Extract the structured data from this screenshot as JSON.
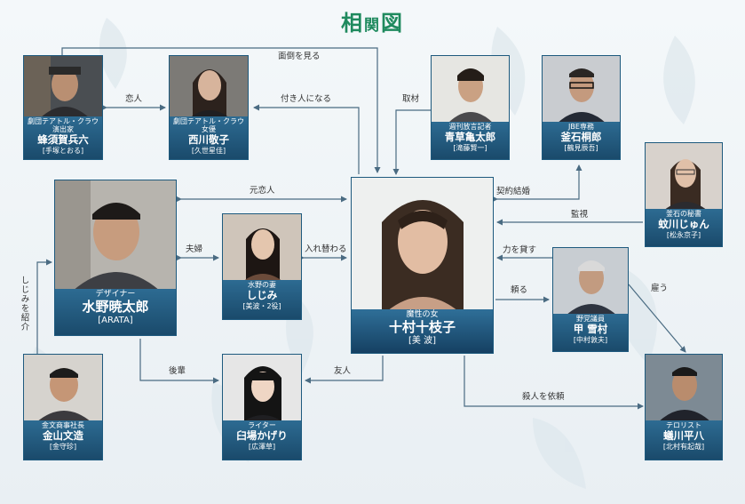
{
  "title": {
    "main_a": "相",
    "main_b": "関",
    "main_c": "図"
  },
  "characters": {
    "hachisuka": {
      "role": "劇団テアトル・クラウ\n演出家",
      "name": "蜂須賀兵六",
      "actor": "[手塚とおる]"
    },
    "nishikawa": {
      "role": "劇団テアトル・クラウ\n女優",
      "name": "西川敬子",
      "actor": "[久世星佳]"
    },
    "aokusa": {
      "role": "週刊放言記者",
      "name": "青草亀太郎",
      "actor": "[滝藤賢一]"
    },
    "kamaishi": {
      "role": "JBE専務",
      "name": "釜石桐郎",
      "actor": "[鶴見辰吾]"
    },
    "kagawa": {
      "role": "釜石の秘書",
      "name": "蚊川じゅん",
      "actor": "[松永京子]"
    },
    "mizuno": {
      "role": "デザイナー",
      "name": "水野暁太郎",
      "actor": "[ARATA]"
    },
    "shijimi": {
      "role": "水野の妻",
      "name": "しじみ",
      "actor": "[美波・2役]"
    },
    "tomura": {
      "role": "魔性の女",
      "name": "十村十枝子",
      "actor": "[美 波]"
    },
    "ko": {
      "role": "野党議員",
      "name": "甲 雪村",
      "actor": "[中村敦夫]"
    },
    "kanayama": {
      "role": "金文商事社長",
      "name": "金山文造",
      "actor": "[金守珍]"
    },
    "usuba": {
      "role": "ライター",
      "name": "臼場かげり",
      "actor": "[広澤草]"
    },
    "ebikawa": {
      "role": "テロリスト",
      "name": "蟻川平八",
      "actor": "[北村有起哉]"
    }
  },
  "relations": {
    "mendou": "面倒を見る",
    "koibito": "恋人",
    "tsukibito": "付き人になる",
    "shuzai": "取材",
    "keiyaku": "契約結婚",
    "motokoibito": "元恋人",
    "kanshi": "監視",
    "fuufu": "夫婦",
    "irekawaru": "入れ替わる",
    "chikara": "力を貸す",
    "tanomu": "頼る",
    "yatou": "雇う",
    "shoukai": "しじみを紹介",
    "kouhai": "後輩",
    "yuujin": "友人",
    "satsujin": "殺人を依頼"
  },
  "colors": {
    "line": "#4a6b82",
    "title": "#1f8a5e",
    "caption": "#1d4f72"
  }
}
